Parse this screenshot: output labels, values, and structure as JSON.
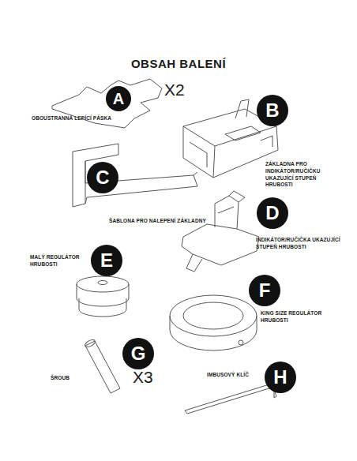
{
  "diagram": {
    "title": "OBSAH BALENÍ",
    "nodes": [
      {
        "text": [
          "A"
        ]
      },
      {
        "text": [
          "B"
        ]
      },
      {
        "text": [
          "C"
        ]
      },
      {
        "text": [
          "D"
        ]
      },
      {
        "text": [
          "E"
        ]
      },
      {
        "text": [
          "F"
        ]
      },
      {
        "text": [
          "G"
        ]
      },
      {
        "text": [
          "H"
        ]
      }
    ],
    "labels": [
      "X2",
      "OBOUSTRANNÁ LEPÍCÍ PÁSKA",
      "ZÁKLADNA PRO INDIKÁTOR/RUČIČKU UKAZUJÍCÍ STUPEŇ HRUBOSTI",
      "ŠABLONA PRO NALEPENÍ ZÁKLADNY",
      "MALÝ REGULÁTOR HRUBOSTI",
      "INDIKÁTOR/RUČIČKA UKAZUJÍCÍ STUPEŇ HRUBOSTI",
      "KING SIZE REGULÁTOR HRUBOSTI",
      "ŠROUB",
      "X3",
      "IMBUSOVÝ KLÍČ"
    ]
  }
}
